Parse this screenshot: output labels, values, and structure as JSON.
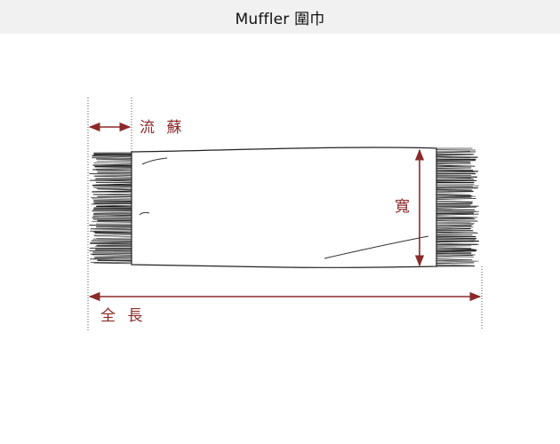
{
  "header": {
    "title": "Muffler 圍巾"
  },
  "diagram": {
    "labels": {
      "fringe": "流 蘇",
      "width": "寬",
      "total_length": "全 長"
    },
    "colors": {
      "annotation": "#8b2a2a",
      "outline": "#222222",
      "guide": "#555555",
      "header_bg": "#f1f1f1"
    }
  }
}
